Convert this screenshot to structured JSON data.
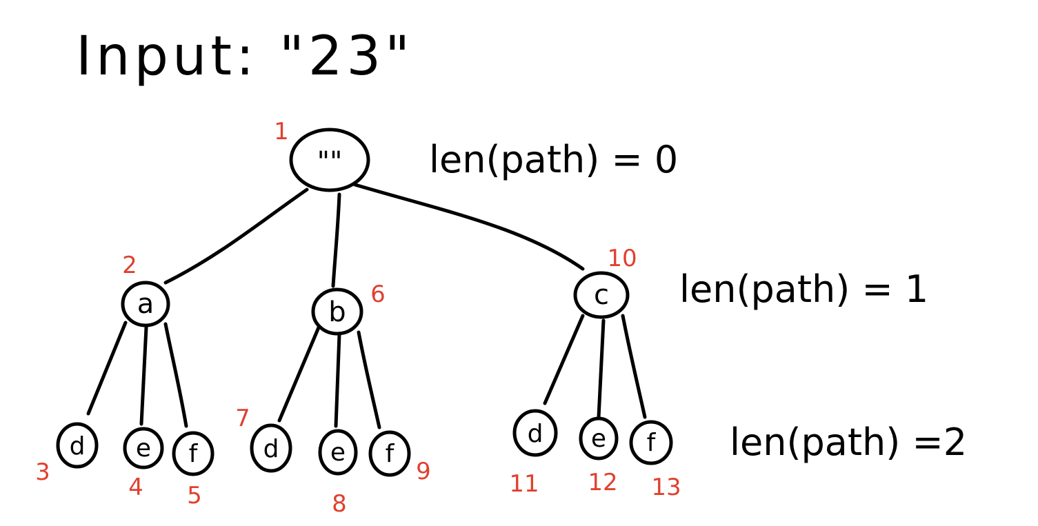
{
  "title": "Input: \"23\"",
  "colors": {
    "ink": "#000000",
    "order": "#e0402f",
    "background": "#ffffff"
  },
  "tree": {
    "root": {
      "label": "\"\"",
      "order": "1"
    },
    "level1": [
      {
        "label": "a",
        "order": "2",
        "children": [
          {
            "label": "d",
            "order": "3"
          },
          {
            "label": "e",
            "order": "4"
          },
          {
            "label": "f",
            "order": "5"
          }
        ]
      },
      {
        "label": "b",
        "order": "6",
        "children": [
          {
            "label": "d",
            "order": "7"
          },
          {
            "label": "e",
            "order": "8"
          },
          {
            "label": "f",
            "order": "9"
          }
        ]
      },
      {
        "label": "c",
        "order": "10",
        "children": [
          {
            "label": "d",
            "order": "11"
          },
          {
            "label": "e",
            "order": "12"
          },
          {
            "label": "f",
            "order": "13"
          }
        ]
      }
    ]
  },
  "level_labels": [
    "len(path) = 0",
    "len(path) = 1",
    "len(path) =2"
  ]
}
